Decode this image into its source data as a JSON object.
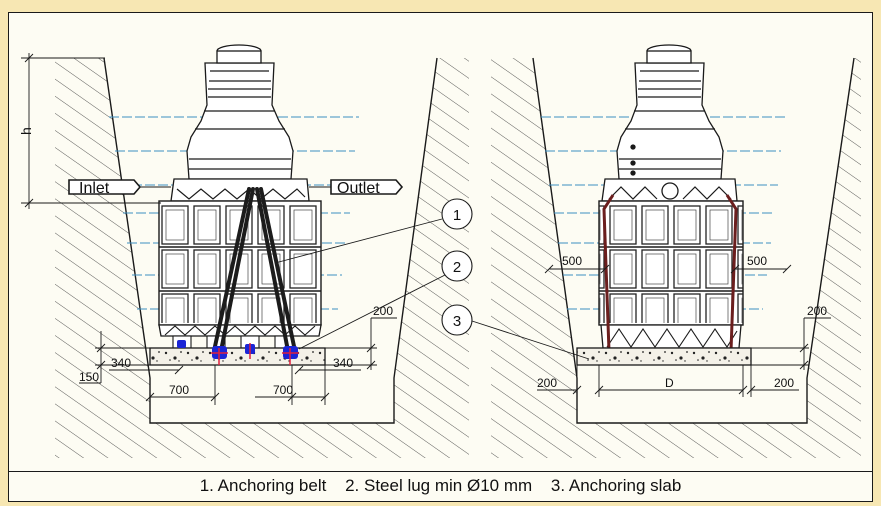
{
  "labels": {
    "h": "h",
    "inlet": "Inlet",
    "outlet": "Outlet",
    "callout_1": "1",
    "callout_2": "2",
    "callout_3": "3",
    "dim_200_left": "200",
    "dim_200_right": "200",
    "dim_150": "150",
    "dim_340_left": "340",
    "dim_340_right": "340",
    "dim_700_left": "700",
    "dim_700_right": "700",
    "dim_500_left": "500",
    "dim_500_right": "500",
    "dim_200_bottom_left": "200",
    "dim_200_bottom_right": "200",
    "dim_d": "D"
  },
  "legend": {
    "item_1": "1. Anchoring belt",
    "item_2": "2. Steel lug min Ø10 mm",
    "item_3": "3. Anchoring slab"
  },
  "colors": {
    "page_bg": "#f7e7b3",
    "paper": "#fdfcf3",
    "line": "#1a1a1a",
    "water": "#3d8fc0",
    "belt": "#1c1c1c",
    "steel_strap": "#6b1e1e",
    "lug": "#1b25d6",
    "lug_center": "#e0203c"
  }
}
